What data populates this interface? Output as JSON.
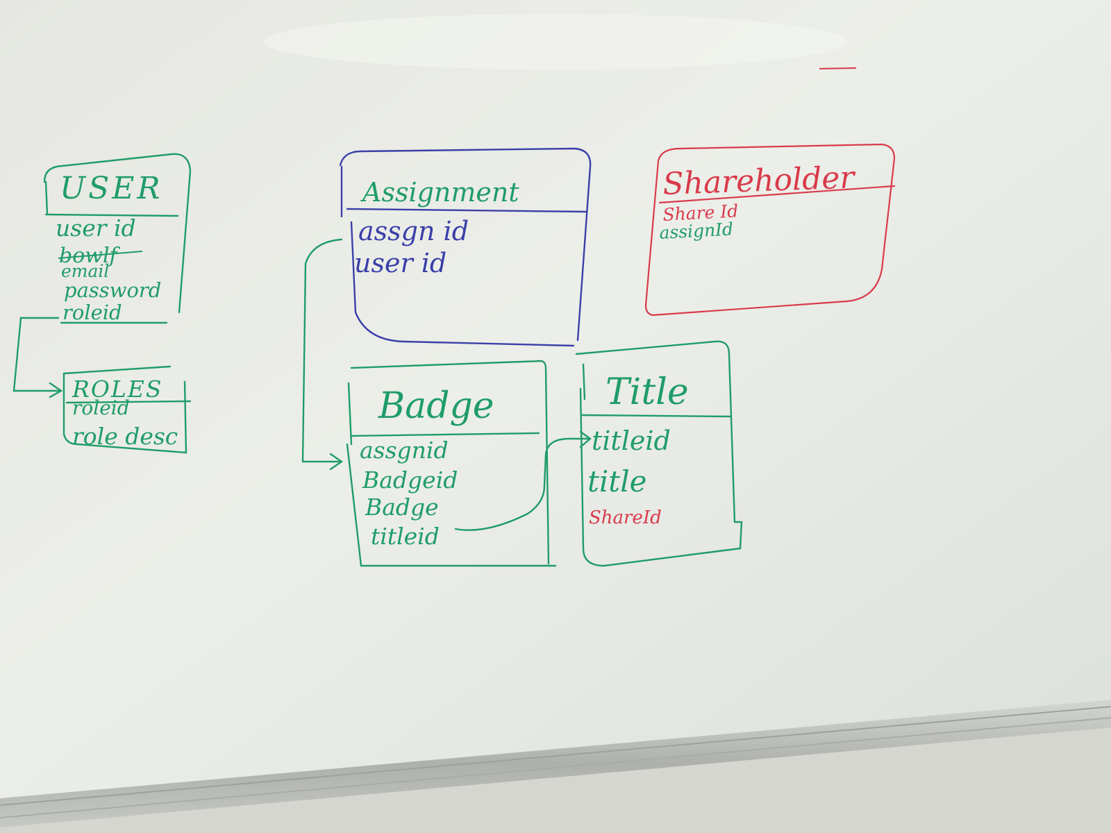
{
  "colors": {
    "green": "#1f9c6a",
    "blue": "#3a3fa8",
    "red": "#d93a4a",
    "board": "#e9ebe6",
    "tray": "#b9bbb6",
    "wall": "#d8d8d4"
  },
  "entities": {
    "user": {
      "title": "USER",
      "fields": [
        "user id",
        "email",
        "password",
        "roleid"
      ],
      "scribble": "bowlf"
    },
    "roles": {
      "title": "ROLES",
      "fields": [
        "roleid",
        "role desc"
      ]
    },
    "assignment": {
      "title": "Assignment",
      "fields": [
        "assgn id",
        "user id"
      ]
    },
    "shareholder": {
      "title": "Shareholder",
      "fields": [
        "Share Id",
        "assignId"
      ]
    },
    "badge": {
      "title": "Badge",
      "fields": [
        "assgnid",
        "Badgeid",
        "Badge",
        "titleid"
      ]
    },
    "title": {
      "title": "Title",
      "fields": [
        "titleid",
        "title",
        "ShareId"
      ]
    }
  },
  "relationships": [
    {
      "from": "user.roleid",
      "to": "roles"
    },
    {
      "from": "assignment.assgn id",
      "to": "badge.assgnid"
    },
    {
      "from": "badge.titleid",
      "to": "title.titleid"
    }
  ]
}
